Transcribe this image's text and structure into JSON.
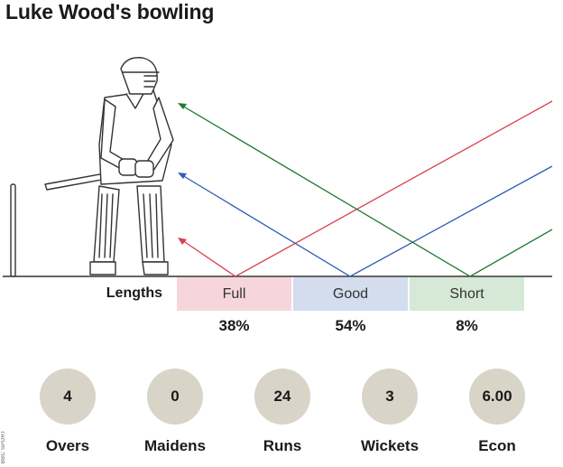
{
  "title": "Luke Wood's bowling",
  "lengths_label": "Lengths",
  "bands": [
    {
      "label": "Full",
      "percent": "38%",
      "color": "#f6d6dc",
      "line_color": "#d9404f"
    },
    {
      "label": "Good",
      "percent": "54%",
      "color": "#d3ddee",
      "line_color": "#2f5db8"
    },
    {
      "label": "Short",
      "percent": "8%",
      "color": "#d6e8d6",
      "line_color": "#1e7a35"
    }
  ],
  "stats": [
    {
      "value": "4",
      "label": "Overs"
    },
    {
      "value": "0",
      "label": "Maidens"
    },
    {
      "value": "24",
      "label": "Runs"
    },
    {
      "value": "3",
      "label": "Wickets"
    },
    {
      "value": "6.00",
      "label": "Econ"
    }
  ],
  "credit": "BBC SPORT",
  "icons": {
    "batter": "batter-icon",
    "stumps": "stumps-icon"
  }
}
